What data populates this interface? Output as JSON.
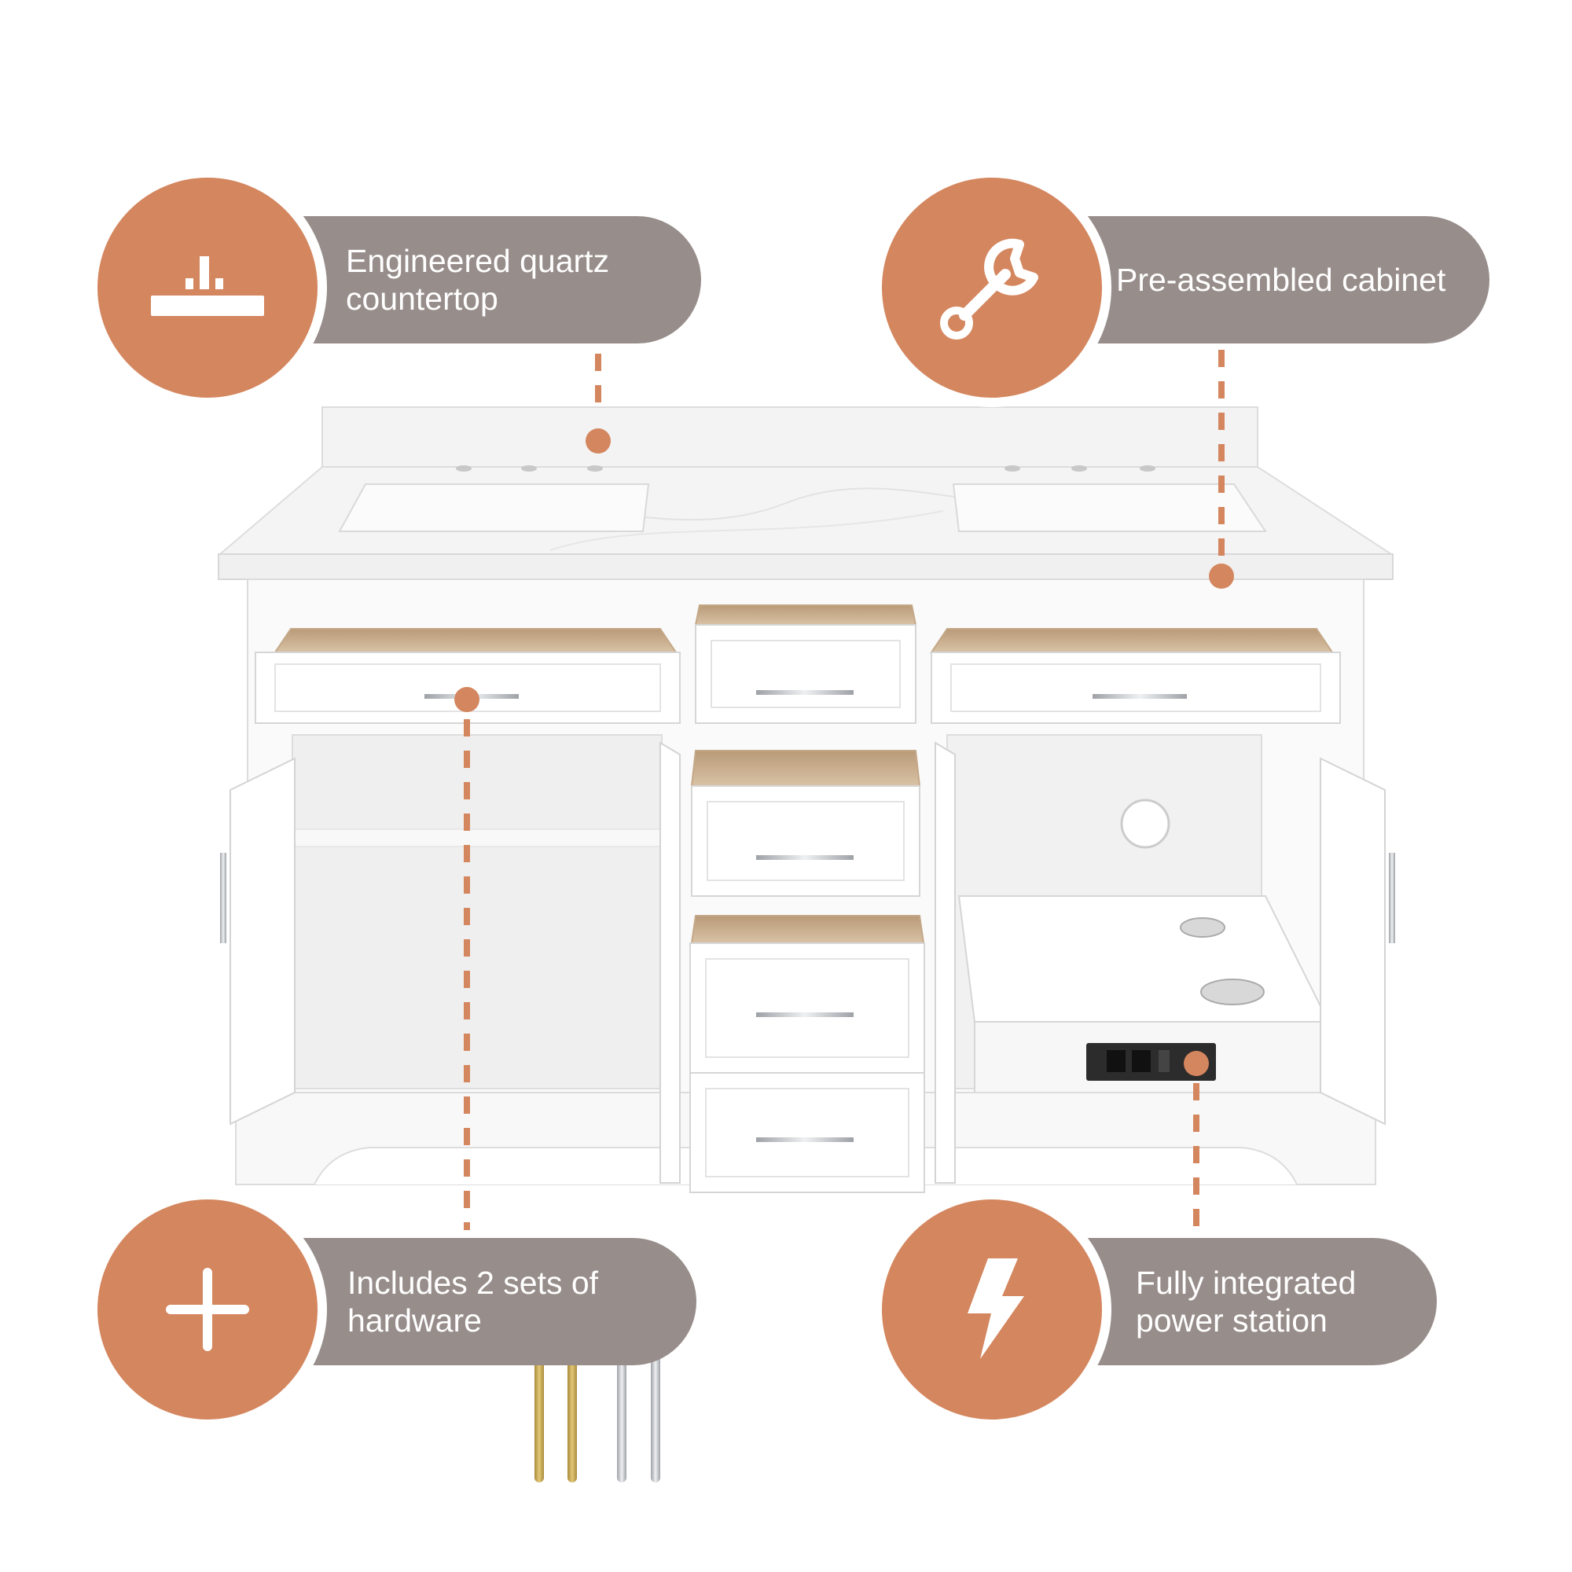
{
  "features": {
    "countertop": {
      "label": "Engineered quartz countertop",
      "icon": "countertop-icon"
    },
    "cabinet": {
      "label": "Pre-assembled cabinet",
      "icon": "wrench-icon"
    },
    "hardware": {
      "label": "Includes 2 sets of hardware",
      "icon": "plus-icon"
    },
    "power": {
      "label": "Fully integrated power station",
      "icon": "lightning-bolt-icon"
    }
  },
  "colors": {
    "accent": "#d4865e",
    "pill": "#978d8a",
    "cabinet": "#ffffff",
    "hardware_gold": "#c9a94f",
    "hardware_chrome": "#c7c9cc"
  }
}
